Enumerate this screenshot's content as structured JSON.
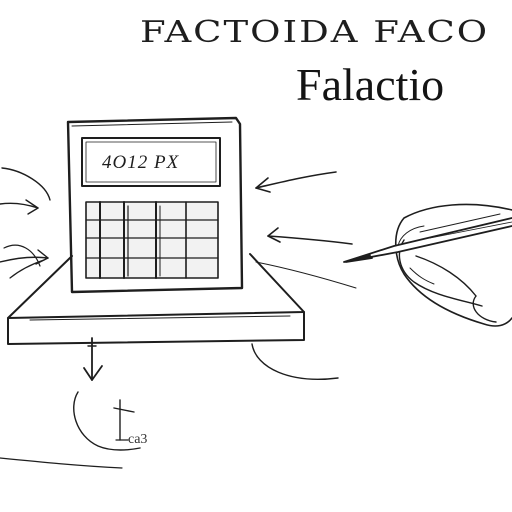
{
  "title": {
    "line1": "FACTOIDA FACO",
    "line2": "Falactio"
  },
  "calculator": {
    "display": "4O12 PX"
  },
  "note": {
    "text": "ca3"
  },
  "colors": {
    "ink": "#1e1e1e",
    "paper": "#ffffff",
    "display_bg": "#ffffff",
    "keypad_fill": "#f2f2f2"
  },
  "icons": [
    "pen-icon",
    "hand-icon",
    "arrow-icon",
    "pin-icon"
  ]
}
